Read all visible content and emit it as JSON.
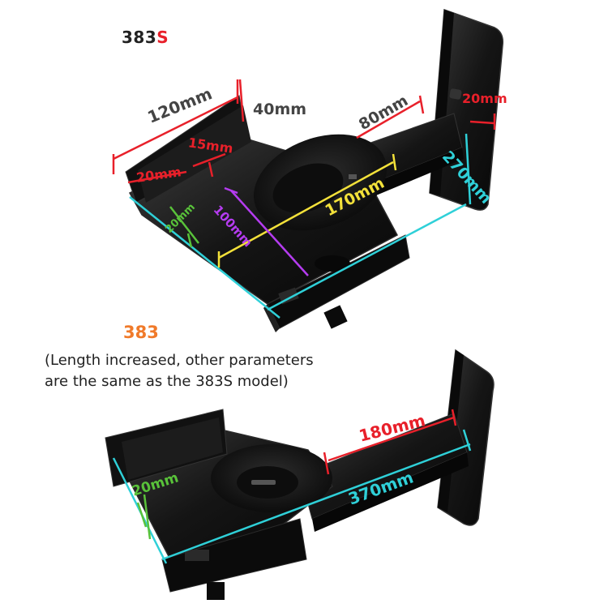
{
  "top_model": {
    "prefix": "383",
    "suffix": "S"
  },
  "bottom_model": {
    "name": "383",
    "note_line1": "(Length increased, other parameters",
    "note_line2": "are the same as the 383S model)"
  },
  "dims_top": {
    "width_120": "120mm",
    "height_40": "40mm",
    "lip_15": "15mm",
    "lip_20": "20mm",
    "side_20": "20mm",
    "depth_100": "100mm",
    "plate_170": "170mm",
    "arm_80": "80mm",
    "wall_20": "20mm",
    "length_270": "270mm"
  },
  "dims_bottom": {
    "arm_180": "180mm",
    "side_20": "20mm",
    "length_370": "370mm"
  },
  "colors": {
    "red": "#e8202a",
    "cyan": "#2fd0d8",
    "yellow": "#f3e13a",
    "purple": "#b53cf0",
    "green": "#59c23a",
    "metal": "#141414",
    "metal_edge": "#3a3a3a"
  }
}
